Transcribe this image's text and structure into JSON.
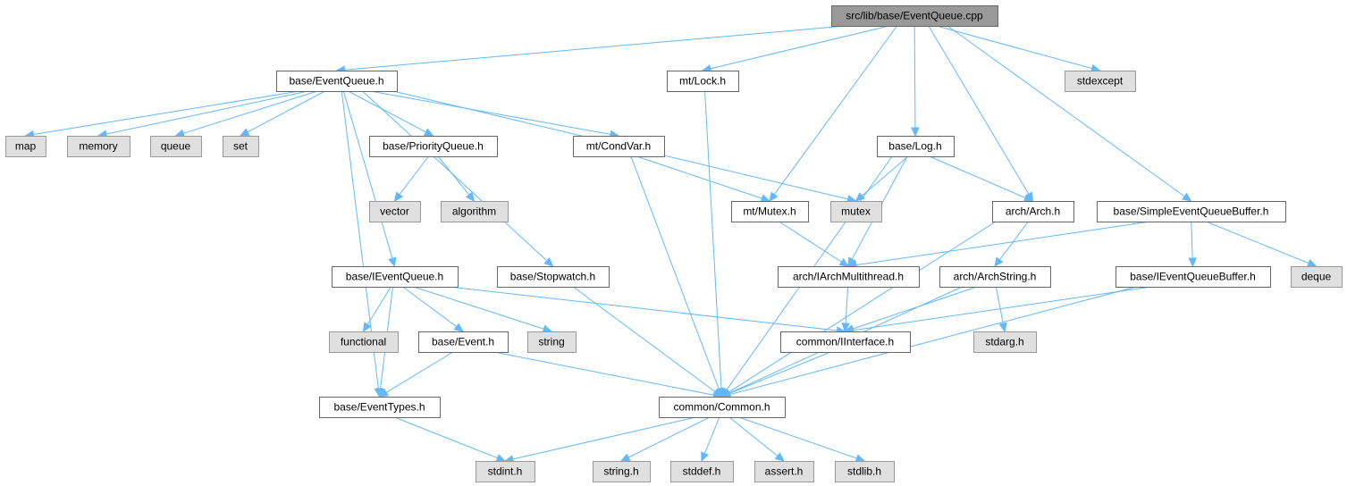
{
  "colors": {
    "edge": "#63b8ff",
    "root_fill": "#999999",
    "project_fill": "#ffffff",
    "project_border": "#666666",
    "system_fill": "#e0e0e0",
    "system_border": "#999999"
  },
  "nodes": [
    {
      "id": "n_cpp",
      "label": "src/lib/base/EventQueue.cpp",
      "kind": "root"
    },
    {
      "id": "n_eq",
      "label": "base/EventQueue.h",
      "kind": "project"
    },
    {
      "id": "n_lock",
      "label": "mt/Lock.h",
      "kind": "project"
    },
    {
      "id": "n_stdexcept",
      "label": "stdexcept",
      "kind": "system"
    },
    {
      "id": "n_map",
      "label": "map",
      "kind": "system"
    },
    {
      "id": "n_memory",
      "label": "memory",
      "kind": "system"
    },
    {
      "id": "n_queue",
      "label": "queue",
      "kind": "system"
    },
    {
      "id": "n_set",
      "label": "set",
      "kind": "system"
    },
    {
      "id": "n_pq",
      "label": "base/PriorityQueue.h",
      "kind": "project"
    },
    {
      "id": "n_condvar",
      "label": "mt/CondVar.h",
      "kind": "project"
    },
    {
      "id": "n_log",
      "label": "base/Log.h",
      "kind": "project"
    },
    {
      "id": "n_vector",
      "label": "vector",
      "kind": "system"
    },
    {
      "id": "n_algorithm",
      "label": "algorithm",
      "kind": "system"
    },
    {
      "id": "n_mutex_h",
      "label": "mt/Mutex.h",
      "kind": "project"
    },
    {
      "id": "n_mutex",
      "label": "mutex",
      "kind": "system"
    },
    {
      "id": "n_arch",
      "label": "arch/Arch.h",
      "kind": "project"
    },
    {
      "id": "n_sqb",
      "label": "base/SimpleEventQueueBuffer.h",
      "kind": "project"
    },
    {
      "id": "n_ieq",
      "label": "base/IEventQueue.h",
      "kind": "project"
    },
    {
      "id": "n_stopwatch",
      "label": "base/Stopwatch.h",
      "kind": "project"
    },
    {
      "id": "n_iamt",
      "label": "arch/IArchMultithread.h",
      "kind": "project"
    },
    {
      "id": "n_archstr",
      "label": "arch/ArchString.h",
      "kind": "project"
    },
    {
      "id": "n_ieqb",
      "label": "base/IEventQueueBuffer.h",
      "kind": "project"
    },
    {
      "id": "n_deque",
      "label": "deque",
      "kind": "system"
    },
    {
      "id": "n_functional",
      "label": "functional",
      "kind": "system"
    },
    {
      "id": "n_event",
      "label": "base/Event.h",
      "kind": "project"
    },
    {
      "id": "n_string",
      "label": "string",
      "kind": "system"
    },
    {
      "id": "n_iif",
      "label": "common/IInterface.h",
      "kind": "project"
    },
    {
      "id": "n_stdarg",
      "label": "stdarg.h",
      "kind": "system"
    },
    {
      "id": "n_evtypes",
      "label": "base/EventTypes.h",
      "kind": "project"
    },
    {
      "id": "n_common",
      "label": "common/Common.h",
      "kind": "project"
    },
    {
      "id": "n_stdint",
      "label": "stdint.h",
      "kind": "system"
    },
    {
      "id": "n_string_h",
      "label": "string.h",
      "kind": "system"
    },
    {
      "id": "n_stddef",
      "label": "stddef.h",
      "kind": "system"
    },
    {
      "id": "n_assert",
      "label": "assert.h",
      "kind": "system"
    },
    {
      "id": "n_stdlib",
      "label": "stdlib.h",
      "kind": "system"
    }
  ],
  "edges": [
    {
      "from": "n_cpp",
      "to": "n_eq"
    },
    {
      "from": "n_cpp",
      "to": "n_lock"
    },
    {
      "from": "n_cpp",
      "to": "n_mutex_h"
    },
    {
      "from": "n_cpp",
      "to": "n_log"
    },
    {
      "from": "n_cpp",
      "to": "n_arch"
    },
    {
      "from": "n_cpp",
      "to": "n_sqb"
    },
    {
      "from": "n_cpp",
      "to": "n_stdexcept"
    },
    {
      "from": "n_eq",
      "to": "n_map"
    },
    {
      "from": "n_eq",
      "to": "n_memory"
    },
    {
      "from": "n_eq",
      "to": "n_queue"
    },
    {
      "from": "n_eq",
      "to": "n_set"
    },
    {
      "from": "n_eq",
      "to": "n_pq"
    },
    {
      "from": "n_eq",
      "to": "n_condvar"
    },
    {
      "from": "n_eq",
      "to": "n_mutex"
    },
    {
      "from": "n_eq",
      "to": "n_stopwatch"
    },
    {
      "from": "n_eq",
      "to": "n_ieq"
    },
    {
      "from": "n_eq",
      "to": "n_evtypes"
    },
    {
      "from": "n_lock",
      "to": "n_common"
    },
    {
      "from": "n_pq",
      "to": "n_vector"
    },
    {
      "from": "n_pq",
      "to": "n_algorithm"
    },
    {
      "from": "n_condvar",
      "to": "n_mutex_h"
    },
    {
      "from": "n_condvar",
      "to": "n_common"
    },
    {
      "from": "n_log",
      "to": "n_mutex"
    },
    {
      "from": "n_log",
      "to": "n_arch"
    },
    {
      "from": "n_log",
      "to": "n_iamt"
    },
    {
      "from": "n_log",
      "to": "n_common"
    },
    {
      "from": "n_mutex_h",
      "to": "n_iamt"
    },
    {
      "from": "n_arch",
      "to": "n_archstr"
    },
    {
      "from": "n_arch",
      "to": "n_common"
    },
    {
      "from": "n_sqb",
      "to": "n_iamt"
    },
    {
      "from": "n_sqb",
      "to": "n_ieqb"
    },
    {
      "from": "n_sqb",
      "to": "n_deque"
    },
    {
      "from": "n_ieq",
      "to": "n_functional"
    },
    {
      "from": "n_ieq",
      "to": "n_event"
    },
    {
      "from": "n_ieq",
      "to": "n_string"
    },
    {
      "from": "n_ieq",
      "to": "n_iif"
    },
    {
      "from": "n_ieq",
      "to": "n_evtypes"
    },
    {
      "from": "n_stopwatch",
      "to": "n_common"
    },
    {
      "from": "n_iamt",
      "to": "n_iif"
    },
    {
      "from": "n_archstr",
      "to": "n_iif"
    },
    {
      "from": "n_archstr",
      "to": "n_stdarg"
    },
    {
      "from": "n_archstr",
      "to": "n_common"
    },
    {
      "from": "n_ieqb",
      "to": "n_iif"
    },
    {
      "from": "n_ieqb",
      "to": "n_common"
    },
    {
      "from": "n_event",
      "to": "n_evtypes"
    },
    {
      "from": "n_event",
      "to": "n_common"
    },
    {
      "from": "n_iif",
      "to": "n_common"
    },
    {
      "from": "n_evtypes",
      "to": "n_stdint"
    },
    {
      "from": "n_common",
      "to": "n_stdint"
    },
    {
      "from": "n_common",
      "to": "n_string_h"
    },
    {
      "from": "n_common",
      "to": "n_stddef"
    },
    {
      "from": "n_common",
      "to": "n_assert"
    },
    {
      "from": "n_common",
      "to": "n_stdlib"
    }
  ]
}
